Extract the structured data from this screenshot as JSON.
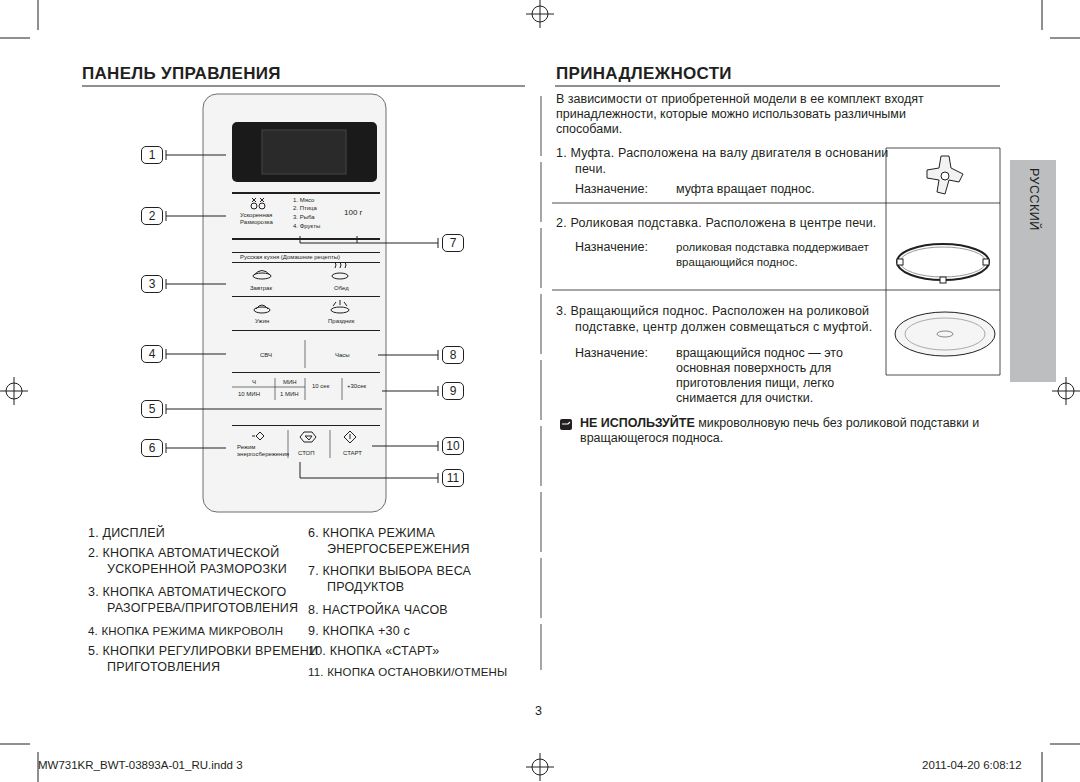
{
  "diagram": {
    "nodes": [
      {
        "text": [
          "1"
        ]
      },
      {
        "text": [
          "2"
        ]
      },
      {
        "text": [
          "3"
        ]
      },
      {
        "text": [
          "4"
        ]
      },
      {
        "text": [
          "5"
        ]
      },
      {
        "text": [
          "6"
        ]
      },
      {
        "text": [
          "7"
        ]
      },
      {
        "text": [
          "8"
        ]
      },
      {
        "text": [
          "9"
        ]
      },
      {
        "text": [
          "10"
        ]
      },
      {
        "text": [
          "11"
        ]
      },
      {
        "text": [
          "РУССКИЙ"
        ]
      }
    ],
    "labels": [
      "ПАНЕЛЬ УПРАВЛЕНИЯ",
      "ПРИНАДЛЕЖНОСТИ",
      "1. Мясо",
      "2. Птица",
      "3. Рыба",
      "4. Фрукты",
      "Ускоренная Разморозка",
      "100 г",
      "Русская кухня (Домашние рецепты)",
      "Завтрак",
      "Обед",
      "Ужин",
      "Праздник",
      "СВЧ",
      "Часы",
      "Ч",
      "МИН",
      "10 МИН",
      "1 МИН",
      "10 сек",
      "+30сек",
      "Режим энергосбережения",
      "СТОП",
      "СТАРТ",
      "1. ДИСПЛЕЙ",
      "2. КНОПКА АВТОМАТИЧЕСКОЙ УСКОРЕННОЙ РАЗМОРОЗКИ",
      "3. КНОПКА АВТОМАТИЧЕСКОГО РАЗОГРЕВА/ПРИГОТОВЛЕНИЯ",
      "4. КНОПКА РЕЖИМА МИКРОВОЛН",
      "5. КНОПКИ РЕГУЛИРОВКИ ВРЕМЕНИ ПРИГОТОВЛЕНИЯ",
      "6. КНОПКА РЕЖИМА ЭНЕРГОСБЕРЕЖЕНИЯ",
      "7. КНОПКИ ВЫБОРА ВЕСА ПРОДУКТОВ",
      "8. НАСТРОЙКА ЧАСОВ",
      "9. КНОПКА +30 с",
      "10. КНОПКА «СТАРТ»",
      "11. КНОПКА ОСТАНОВКИ/ОТМЕНЫ",
      "В зависимости от приобретенной модели в ее комплект входят принадлежности, которые можно использовать различными способами.",
      "1. Муфта. Расположена на валу двигателя в основании печи.",
      "Назначение:",
      "муфта вращает поднос.",
      "2. Роликовая подставка. Расположена в центре печи.",
      "Назначение:",
      "роликовая подставка поддерживает вращающийся поднос.",
      "3. Вращающийся поднос. Расположен на роликовой подставке, центр должен совмещаться с муфтой.",
      "Назначение:",
      "вращающийся поднос — это основная поверхность для приготовления пищи, легко снимается для очистки.",
      "НЕ ИСПОЛЬЗУЙТЕ",
      "микроволновую печь без роликовой подставки и вращающегося подноса.",
      "3",
      "MW731KR_BWT-03893A-01_RU.indd 3",
      "2011-04-20 6:08:12"
    ]
  }
}
